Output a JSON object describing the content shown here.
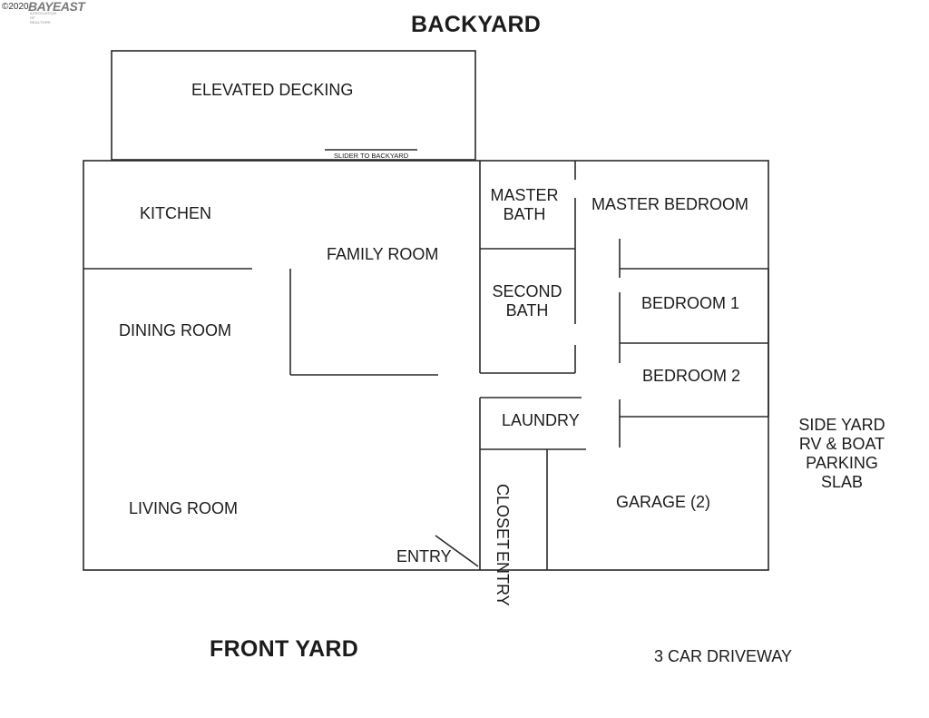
{
  "watermark": {
    "copyright": "©2020",
    "brand": "BAYEAST",
    "tagline": "ASSOCIATION OF REALTORS"
  },
  "headings": {
    "backyard": "BACKYARD",
    "front_yard": "FRONT YARD"
  },
  "rooms": {
    "elevated_decking": "ELEVATED DECKING",
    "slider": "SLIDER TO BACKYARD",
    "kitchen": "KITCHEN",
    "family_room": "FAMILY ROOM",
    "dining_room": "DINING ROOM",
    "living_room": "LIVING ROOM",
    "master_bath": [
      "MASTER",
      "BATH"
    ],
    "master_bedroom": "MASTER BEDROOM",
    "second_bath": [
      "SECOND",
      "BATH"
    ],
    "bedroom_1": "BEDROOM 1",
    "bedroom_2": "BEDROOM 2",
    "laundry": "LAUNDRY",
    "entry_closet": [
      "ENTRY",
      "CLOSET"
    ],
    "garage": "GARAGE (2)",
    "entry": "ENTRY"
  },
  "outside": {
    "side_yard": [
      "SIDE YARD",
      "RV & BOAT",
      "PARKING",
      "SLAB"
    ],
    "driveway": "3 CAR DRIVEWAY"
  }
}
